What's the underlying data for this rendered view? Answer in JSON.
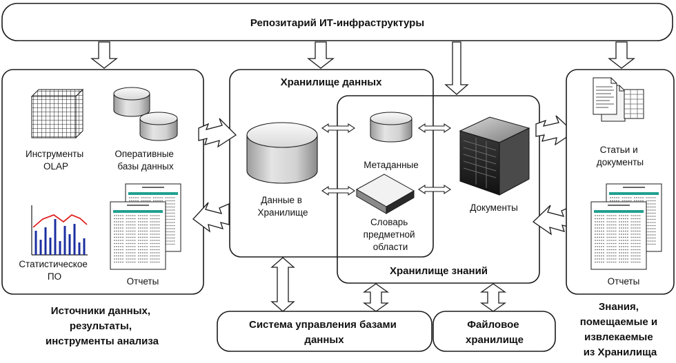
{
  "repository": {
    "title": "Репозитарий ИТ-инфраструктуры"
  },
  "sources": {
    "caption_lines": [
      "Источники данных,",
      "результаты,",
      "инструменты анализа"
    ],
    "olap_lines": [
      "Инструменты",
      "OLAP"
    ],
    "operational_db_lines": [
      "Оперативные",
      "базы данных"
    ],
    "stats_lines": [
      "Статистическое",
      "ПО"
    ],
    "reports": "Отчеты"
  },
  "warehouse": {
    "title": "Хранилище данных",
    "data_lines": [
      "Данные в",
      "Хранилище"
    ]
  },
  "knowledge": {
    "title": "Хранилище знаний",
    "metadata": "Метаданные",
    "dictionary_lines": [
      "Словарь",
      "предметной",
      "области"
    ],
    "documents": "Документы"
  },
  "knowledge_out": {
    "articles_lines": [
      "Статьи и",
      "документы"
    ],
    "reports": "Отчеты",
    "caption_lines": [
      "Знания,",
      "помещаемые и",
      "извлекаемые",
      "из Хранилища"
    ]
  },
  "dbms": {
    "lines": [
      "Система управления базами",
      "данных"
    ]
  },
  "file_storage": {
    "lines": [
      "Файловое",
      "хранилище"
    ]
  },
  "colors": {
    "stroke": "#1a1a1a",
    "olap_cube": "#1a1a1a",
    "chart_line": "#e02020",
    "chart_bars": "#1c2fa0",
    "report_header": "#20a090"
  }
}
